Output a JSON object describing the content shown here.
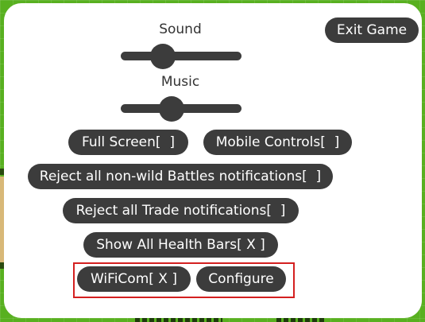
{
  "settings": {
    "exit_label": "Exit Game",
    "sound_label": "Sound",
    "sound_value": 0.35,
    "music_label": "Music",
    "music_value": 0.42,
    "full_screen_label": "Full Screen[  ]",
    "mobile_controls_label": "Mobile Controls[  ]",
    "reject_battles_label": "Reject all non-wild Battles notifications[  ]",
    "reject_trade_label": "Reject all Trade notifications[  ]",
    "health_bars_label": "Show All Health Bars[ X ]",
    "wificom_label": "WiFiCom[ X ]",
    "configure_label": "Configure"
  },
  "colors": {
    "button_bg": "#3c3c3c",
    "panel_bg": "#ffffff",
    "highlight": "#d42020",
    "game_bg": "#58b020"
  }
}
